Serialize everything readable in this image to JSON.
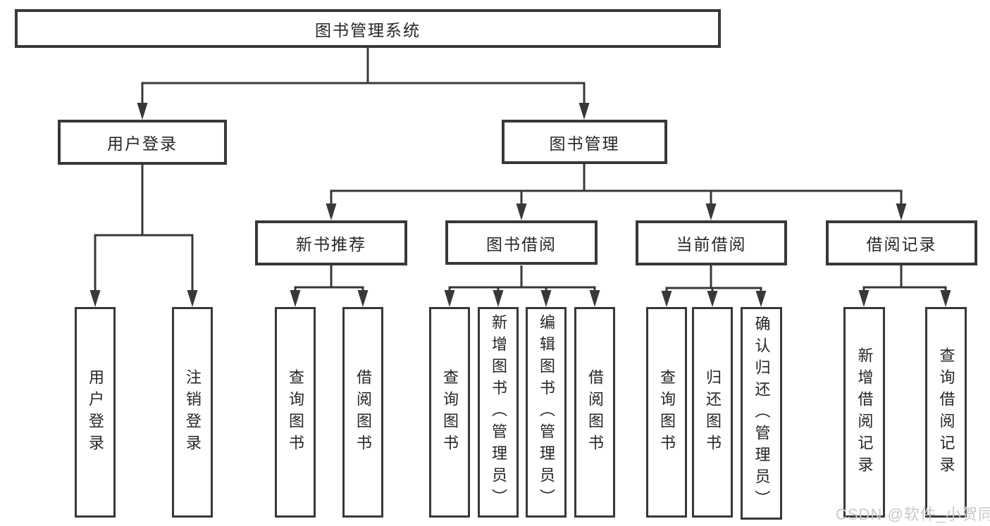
{
  "tree": {
    "root": "图书管理系统",
    "level2": [
      {
        "label": "用户登录",
        "leaves": [
          "用户登录",
          "注销登录"
        ]
      },
      {
        "label": "图书管理",
        "groups": [
          {
            "label": "新书推荐",
            "leaves": [
              "查询图书",
              "借阅图书"
            ]
          },
          {
            "label": "图书借阅",
            "leaves": [
              "查询图书",
              "新增图书（管理员）",
              "编辑图书（管理员）",
              "借阅图书"
            ]
          },
          {
            "label": "当前借阅",
            "leaves": [
              "查询图书",
              "归还图书",
              "确认归还（管理员）"
            ]
          },
          {
            "label": "借阅记录",
            "leaves": [
              "新增借阅记录",
              "查询借阅记录"
            ]
          }
        ]
      }
    ]
  },
  "watermark": {
    "text": "CSDN @软件_小贺同学"
  },
  "colors": {
    "line": "#383838",
    "text": "#262626",
    "watermark": "#c8c8c8",
    "background": "#ffffff"
  }
}
